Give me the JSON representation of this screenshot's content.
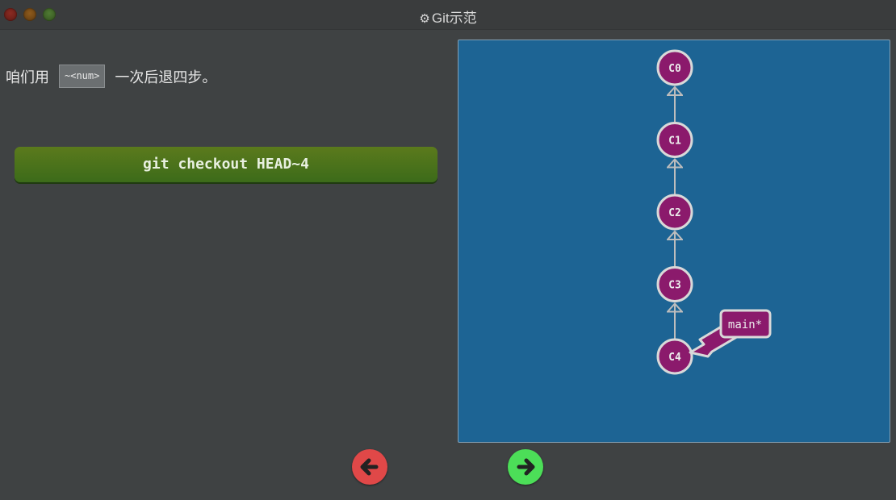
{
  "window": {
    "title": "Git示范",
    "title_icon": "gear-icon"
  },
  "description": {
    "before": "咱们用",
    "code": "~<num>",
    "after": "一次后退四步。"
  },
  "command_button": {
    "label": "git checkout HEAD~4"
  },
  "graph": {
    "commits": [
      "C0",
      "C1",
      "C2",
      "C3",
      "C4"
    ],
    "branch": {
      "label": "main*",
      "target": "C4"
    }
  },
  "nav": {
    "prev_icon": "arrow-left-icon",
    "next_icon": "arrow-right-icon"
  },
  "colors": {
    "commit_fill": "#8b1a6c",
    "panel_bg": "#1d6494",
    "button_green": "#4a7a1c",
    "prev_red": "#e04848",
    "next_green": "#4cde58"
  }
}
